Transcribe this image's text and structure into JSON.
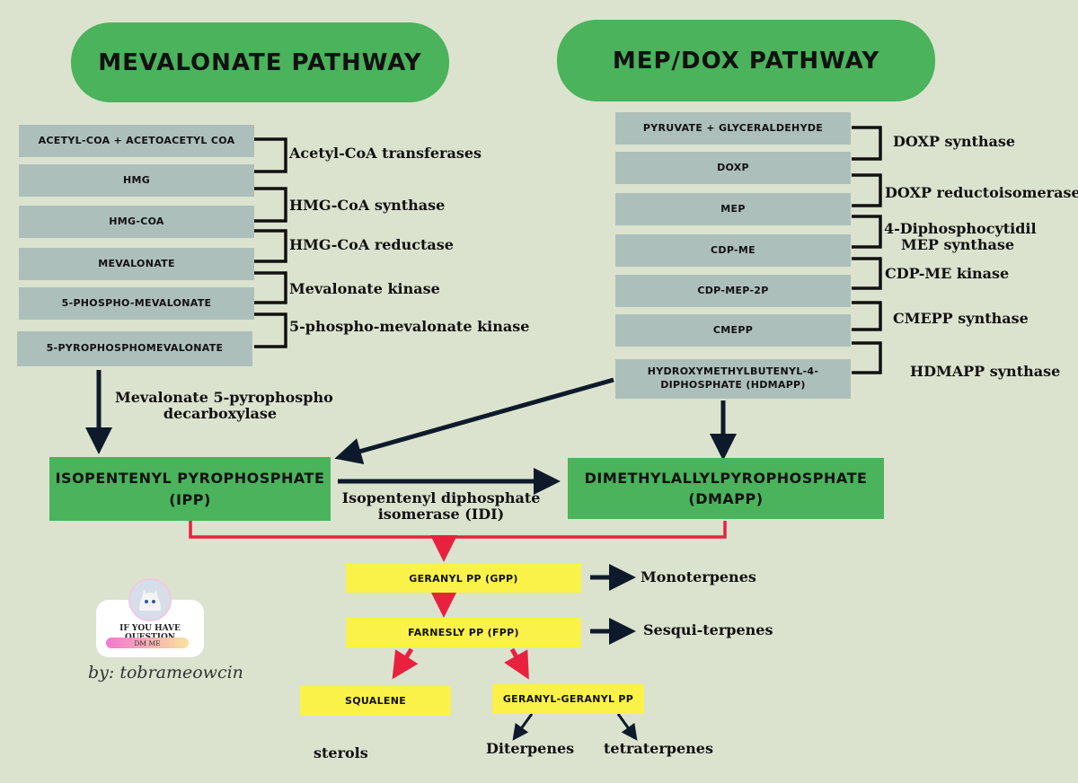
{
  "titles": {
    "mevalonate": "MEVALONATE PATHWAY",
    "mep": "MEP/DOX PATHWAY"
  },
  "mevalonate": {
    "steps": [
      "ACETYL-COA + ACETOACETYL COA",
      "HMG",
      "HMG-COA",
      "MEVALONATE",
      "5-PHOSPHO-MEVALONATE",
      "5-PYROPHOSPHOMEVALONATE"
    ],
    "enzymes": [
      "Acetyl-CoA transferases",
      "HMG-CoA synthase",
      "HMG-CoA reductase",
      "Mevalonate kinase",
      "5-phospho-mevalonate kinase"
    ],
    "decarboxylase_line1": "Mevalonate 5-pyrophospho",
    "decarboxylase_line2": "decarboxylase"
  },
  "mep": {
    "steps": [
      "PYRUVATE + GLYCERALDEHYDE",
      "DOXP",
      "MEP",
      "CDP-ME",
      "CDP-MEP-2P",
      "CMEPP"
    ],
    "last_step_line1": "HYDROXYMETHYLBUTENYL-4-",
    "last_step_line2": "DIPHOSPHATE (HDMAPP)",
    "enzymes": [
      "DOXP synthase",
      "DOXP reductoisomerase",
      "CDP-ME kinase",
      "CMEPP synthase",
      "HDMAPP synthase"
    ],
    "cdp_synthase_line1": "4-Diphosphocytidil",
    "cdp_synthase_line2": "MEP synthase"
  },
  "ipp": {
    "line1": "ISOPENTENYL PYROPHOSPHATE",
    "line2": "(IPP)"
  },
  "dmapp": {
    "line1": "DIMETHYLALLYLPYROPHOSPHATE",
    "line2": "(DMAPP)"
  },
  "isomerase": {
    "line1": "Isopentenyl diphosphate",
    "line2": "isomerase (IDI)"
  },
  "products": {
    "gpp": "GERANYL PP (GPP)",
    "fpp": "FARNESLY PP (FPP)",
    "squalene": "SQUALENE",
    "ggpp": "GERANYL-GERANYL PP"
  },
  "outputs": {
    "monoterpenes": "Monoterpenes",
    "sesquiterpenes": "Sesqui-terpenes",
    "sterols": "sterols",
    "diterpenes": "Diterpenes",
    "tetraterpenes": "tetraterpenes"
  },
  "badge": {
    "title": "IF YOU HAVE QUESTION",
    "button": "DM ME"
  },
  "signature": "by: tobrameowcin",
  "colors": {
    "background": "#dbe3ce",
    "green": "#4ab35b",
    "grey_box": "#adbfbb",
    "yellow": "#faf149",
    "red_arrow": "#e8213f",
    "dark_arrow": "#0e1a2b"
  }
}
